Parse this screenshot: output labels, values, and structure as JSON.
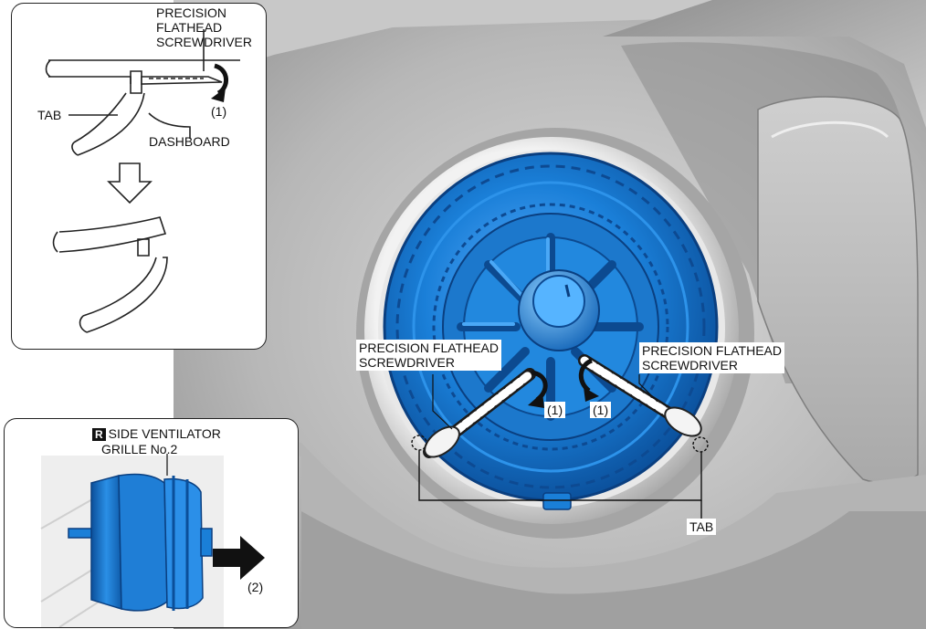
{
  "colors": {
    "vent_blue": "#1a7fd8",
    "vent_blue_dark": "#0b4f9a",
    "dash_gray": "#9a9a9a",
    "dash_light": "#d4d4d4"
  },
  "main_view": {
    "left_tool_label": [
      "PRECISION FLATHEAD",
      "SCREWDRIVER"
    ],
    "right_tool_label": [
      "PRECISION FLATHEAD",
      "SCREWDRIVER"
    ],
    "left_step": "(1)",
    "right_step": "(1)",
    "tab_label": "TAB"
  },
  "detail_top": {
    "tool_label": [
      "PRECISION",
      "FLATHEAD",
      "SCREWDRIVER"
    ],
    "step": "(1)",
    "tab_label": "TAB",
    "dashboard_label": "DASHBOARD"
  },
  "detail_bottom": {
    "badge": "R",
    "part_label": [
      "SIDE VENTILATOR",
      "GRILLE No.2"
    ],
    "step": "(2)"
  }
}
